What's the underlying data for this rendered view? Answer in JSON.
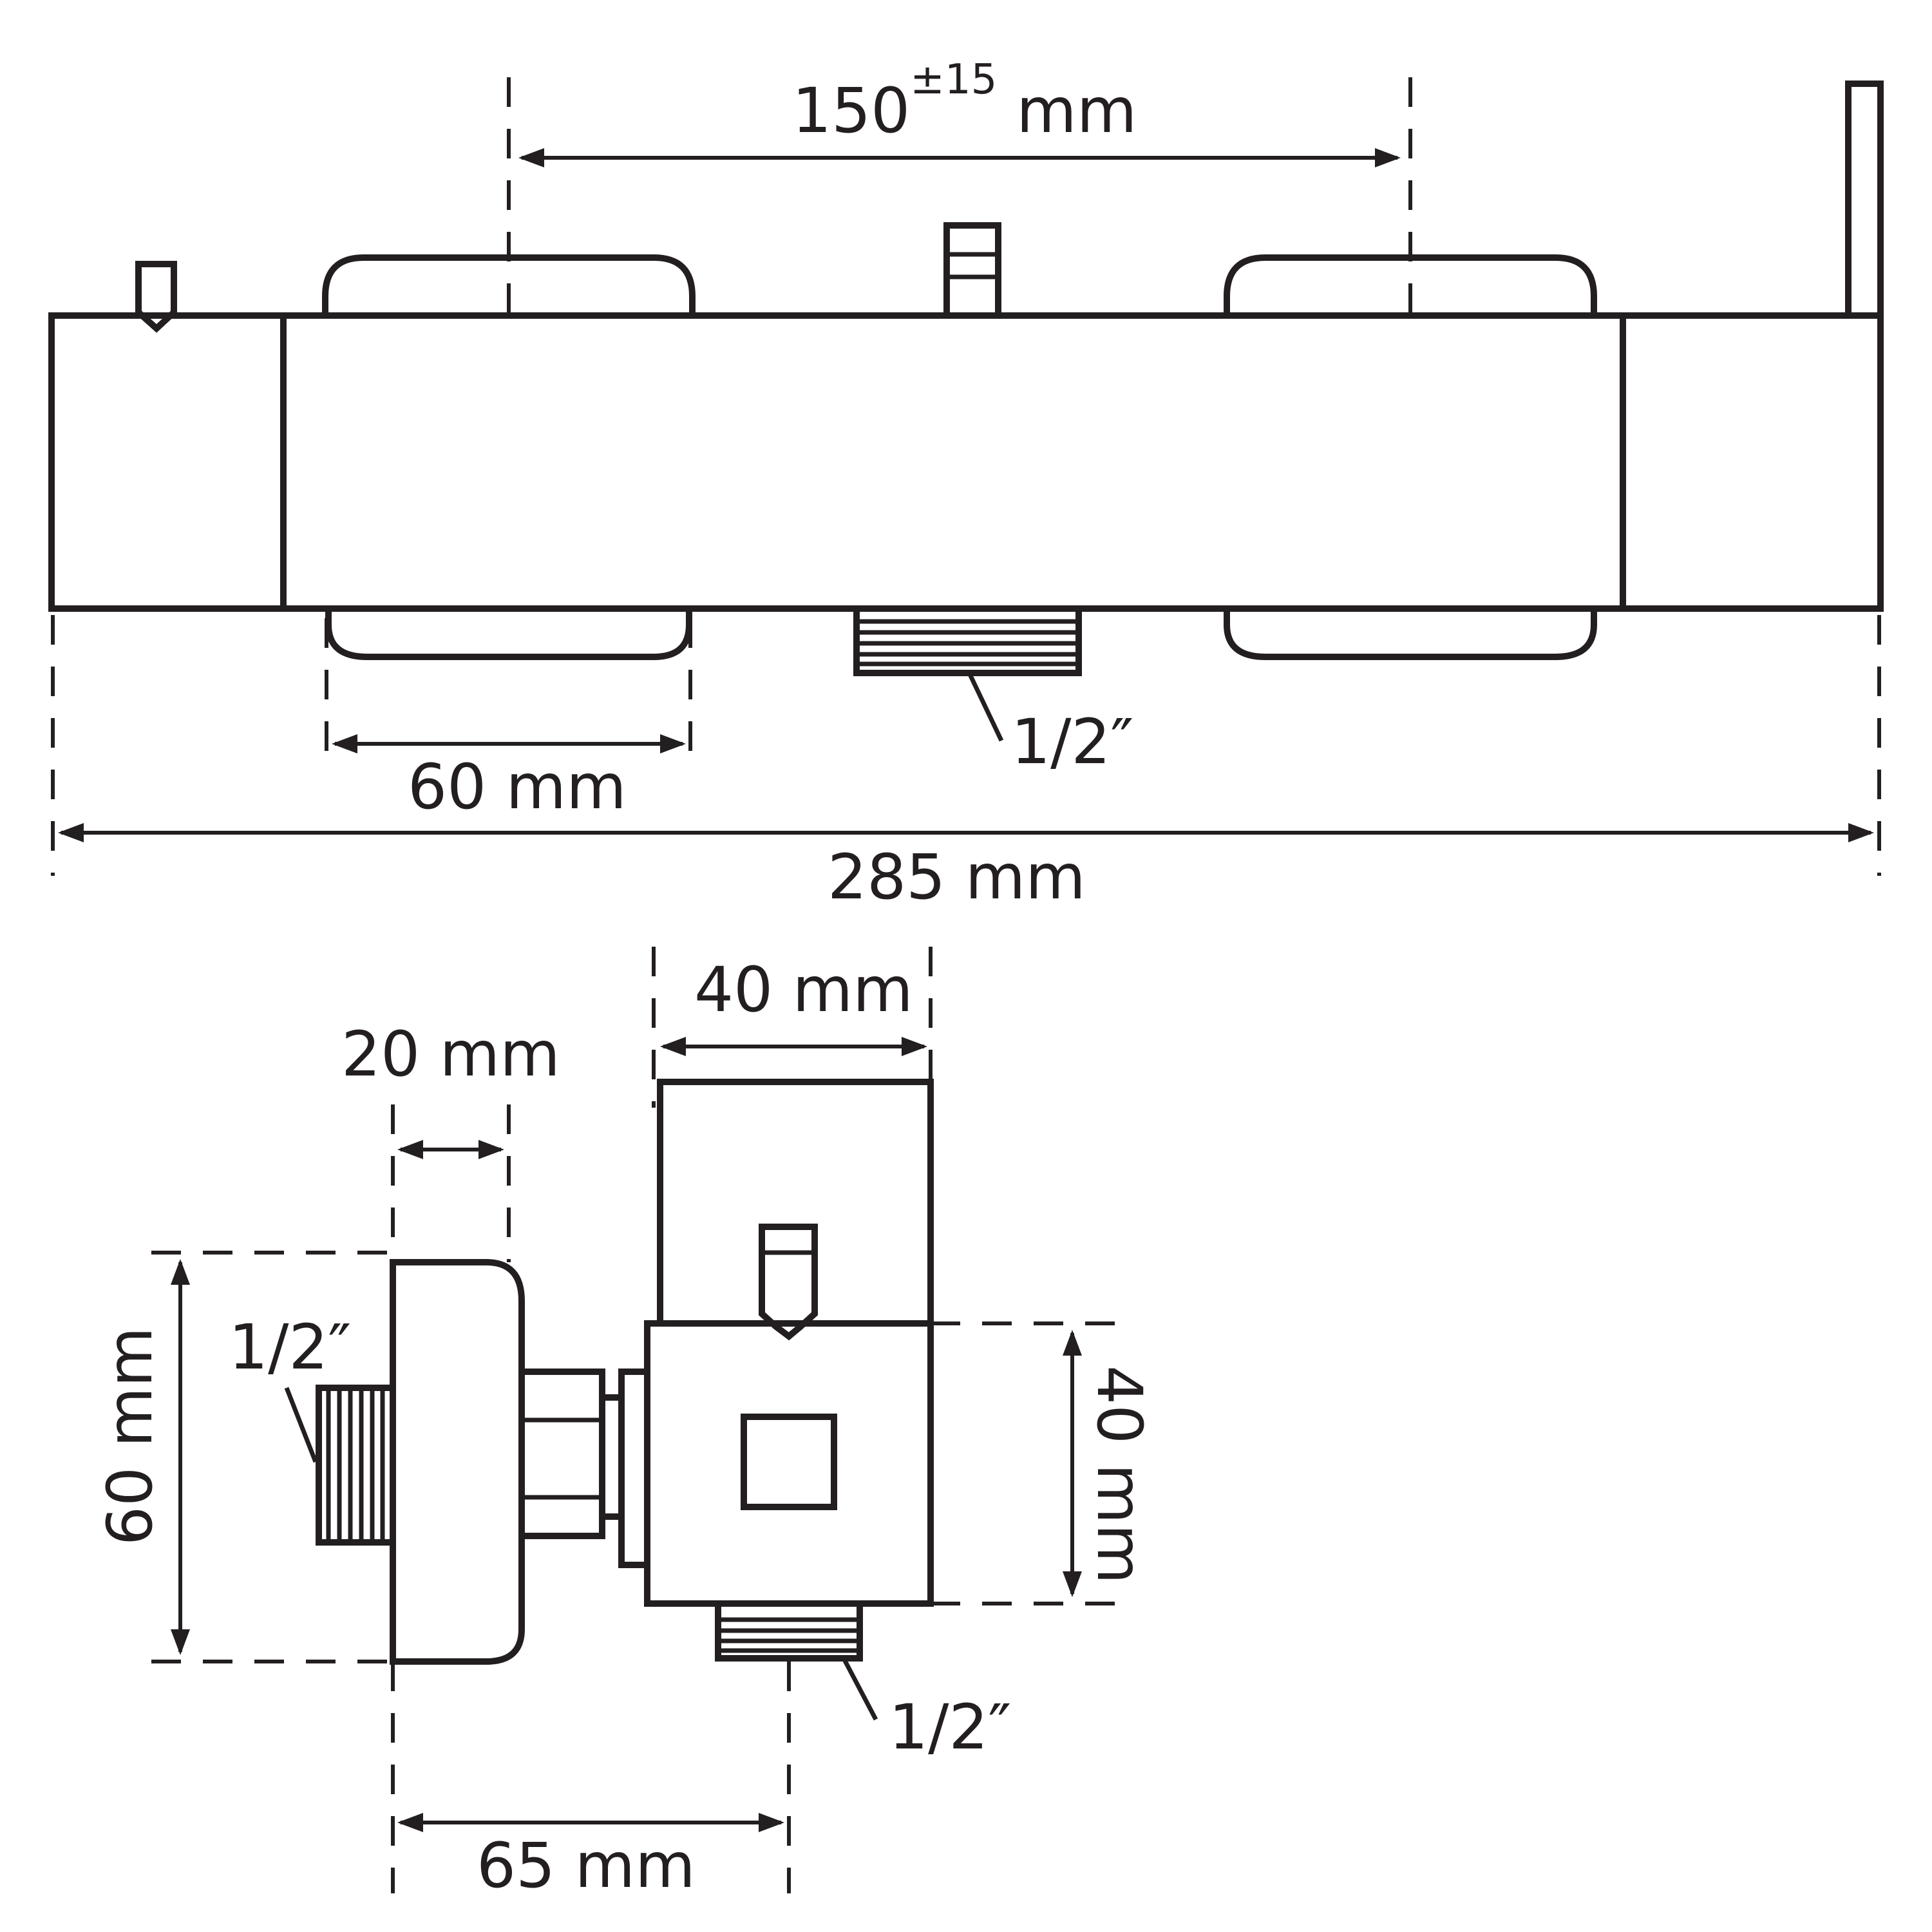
{
  "colors": {
    "line": "#231f20",
    "background": "#ffffff"
  },
  "top_view": {
    "dim_center_spacing": {
      "value": "150",
      "tolerance": "±15",
      "unit": "mm"
    },
    "dim_handle_width": "60 mm",
    "dim_total_length": "285 mm",
    "thread_label": "1/2″"
  },
  "side_view": {
    "dim_body_width": "40 mm",
    "dim_connector_width": "20 mm",
    "dim_height_left": "60 mm",
    "dim_height_right": "40 mm",
    "dim_depth": "65 mm",
    "thread_label_left": "1/2″",
    "thread_label_bottom": "1/2″"
  }
}
